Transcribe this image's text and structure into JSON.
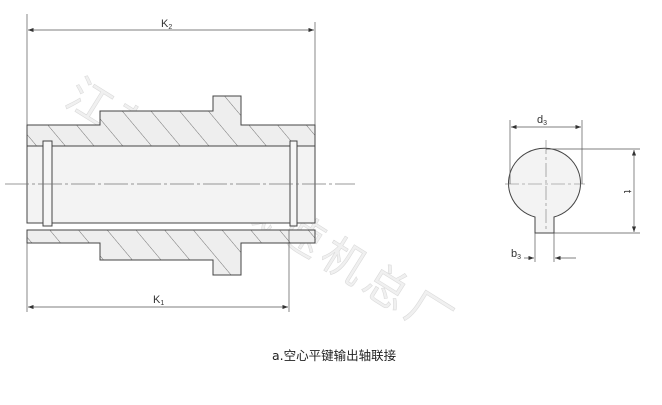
{
  "dimensions": {
    "k2": "K",
    "k2_sub": "2",
    "k1": "K",
    "k1_sub": "1",
    "d3": "d",
    "d3_sub": "3",
    "t": "t",
    "b3": "b",
    "b3_sub": "3"
  },
  "caption": "a.空心平键输出轴联接",
  "watermark": "江苏泰兴减速机总厂",
  "colors": {
    "line": "#444444",
    "fill": "#efefef"
  }
}
